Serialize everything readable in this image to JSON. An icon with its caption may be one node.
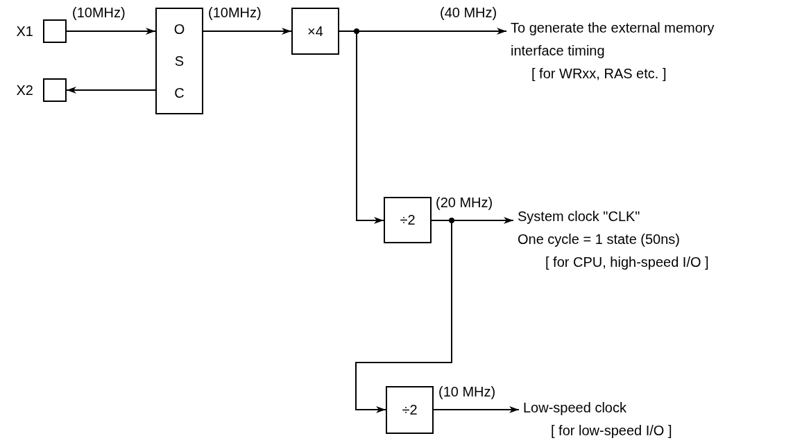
{
  "diagram": {
    "nodes": [
      {
        "text": [],
        "shape": "box",
        "beside": [
          "X1"
        ]
      },
      {
        "text": [],
        "shape": "box",
        "beside": [
          "X2"
        ]
      },
      {
        "text": [
          "O S C"
        ]
      },
      {
        "text": [
          "×4"
        ]
      },
      {
        "text": [
          "÷2"
        ]
      },
      {
        "text": [
          "÷2"
        ]
      },
      {
        "text": [
          "To generate the external memory interface timing",
          "[ for WRxx, RAS etc. ]"
        ]
      },
      {
        "text": [
          "System clock \"CLK\"",
          "One cycle = 1 state (50ns)",
          "[ for CPU, high-speed I/O ]"
        ]
      },
      {
        "text": [
          "Low-speed clock",
          "[ for low-speed I/O ]"
        ]
      }
    ],
    "edges": [
      {
        "from": 0,
        "to": 2,
        "arrow": "to",
        "label": "(10MHz)"
      },
      {
        "from": 2,
        "to": 1,
        "arrow": "to"
      },
      {
        "from": 2,
        "to": 3,
        "arrow": "to",
        "label": "(10MHz)"
      },
      {
        "from": 3,
        "to": 6,
        "arrow": "to",
        "label": "(40 MHz)"
      },
      {
        "from": 3,
        "to": 4,
        "arrow": "to"
      },
      {
        "from": 4,
        "to": 7,
        "arrow": "to",
        "label": "(20 MHz)"
      },
      {
        "from": 4,
        "to": 5,
        "arrow": "to"
      },
      {
        "from": 5,
        "to": 8,
        "arrow": "to",
        "label": "(10 MHz)"
      }
    ]
  }
}
